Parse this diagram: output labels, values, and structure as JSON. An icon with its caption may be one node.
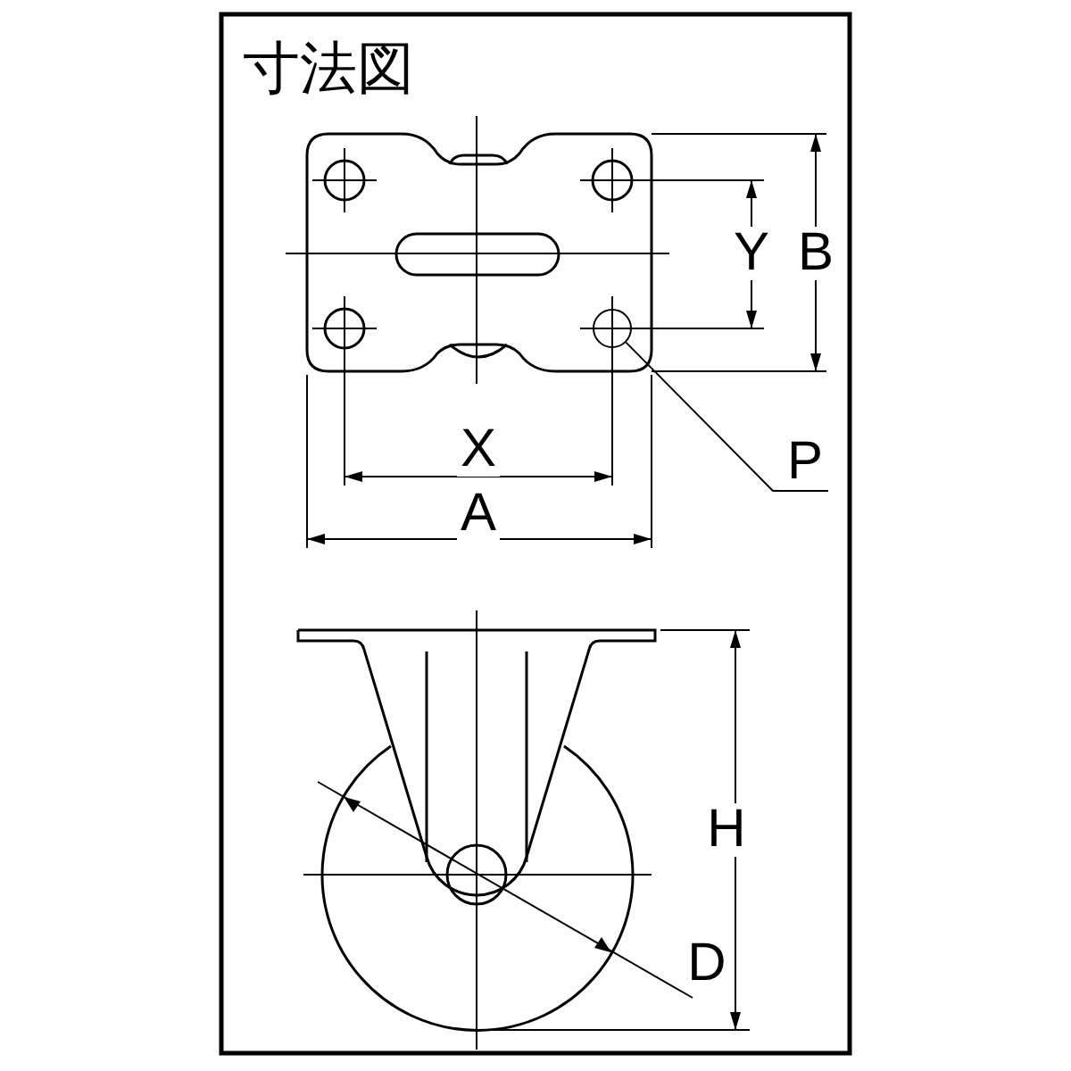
{
  "diagram": {
    "title": "寸法図",
    "nodes": [
      {
        "text": [
          "P"
        ]
      },
      {
        "text": [],
        "shape": "circle"
      }
    ],
    "edges": [
      {
        "from": 0,
        "to": 1,
        "arrow": "none"
      }
    ],
    "labels": [
      "Y",
      "B",
      "X",
      "A",
      "H",
      "D"
    ]
  }
}
